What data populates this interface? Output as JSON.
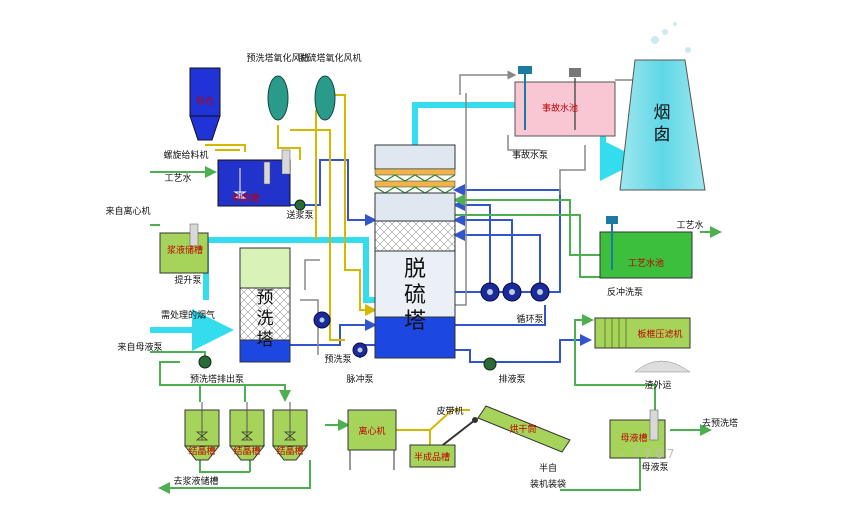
{
  "colors": {
    "flue_gas": "#33ddee",
    "slurry": "#3355cc",
    "water": "#4caf50",
    "gypsum": "#d4b800",
    "return": "#888888",
    "tank_green": "#a6d45a",
    "accident_tank": "#f9c6d3"
  },
  "labels": {
    "hopper": "料仓",
    "feeder": "螺旋给料机",
    "process_water_top": "工艺水",
    "slurry_tank": "制浆罐",
    "slurry_pump": "送浆泵",
    "prewash_fan": "预洗塔氧化风机",
    "desulf_fan": "脱硫塔氧化风机",
    "from_centrifuge": "来自离心机",
    "slurry_storage": "浆液储槽",
    "lift_pump": "提升泵",
    "flue_gas_in": "需处理的烟气",
    "prewash_tower": "预洗塔",
    "prewash_pump": "预洗泵",
    "from_mother_liquor": "来自母液泵",
    "prewash_discharge": "预洗塔排出泵",
    "desulf_tower": "脱硫塔",
    "pulse_pump": "脉冲泵",
    "circulation_pump": "循环泵",
    "discharge_pump": "排液泵",
    "accident_tank": "事故水池",
    "accident_pump": "事故水泵",
    "chimney": "烟囱",
    "process_water_right": "工艺水",
    "process_water_tank": "工艺水池",
    "backwash_pump": "反冲洗泵",
    "filter_press": "板框压滤机",
    "residue_out": "渣外运",
    "mother_tank": "母液槽",
    "mother_pump": "母液泵",
    "to_prewash": "去预洗塔",
    "crystal_tank": "结晶槽",
    "to_slurry_storage": "去浆液储槽",
    "centrifuge": "离心机",
    "belt_conveyor": "皮带机",
    "dryer": "烘干筒",
    "semi_product_tank": "半成品槽",
    "packing_1": "半自",
    "packing_2": "装机装袋",
    "watermark": "- 「 7 0 7"
  },
  "icons": [
    "pump-icon",
    "fan-icon",
    "agitator-icon",
    "valve-icon",
    "arrow-icon"
  ]
}
